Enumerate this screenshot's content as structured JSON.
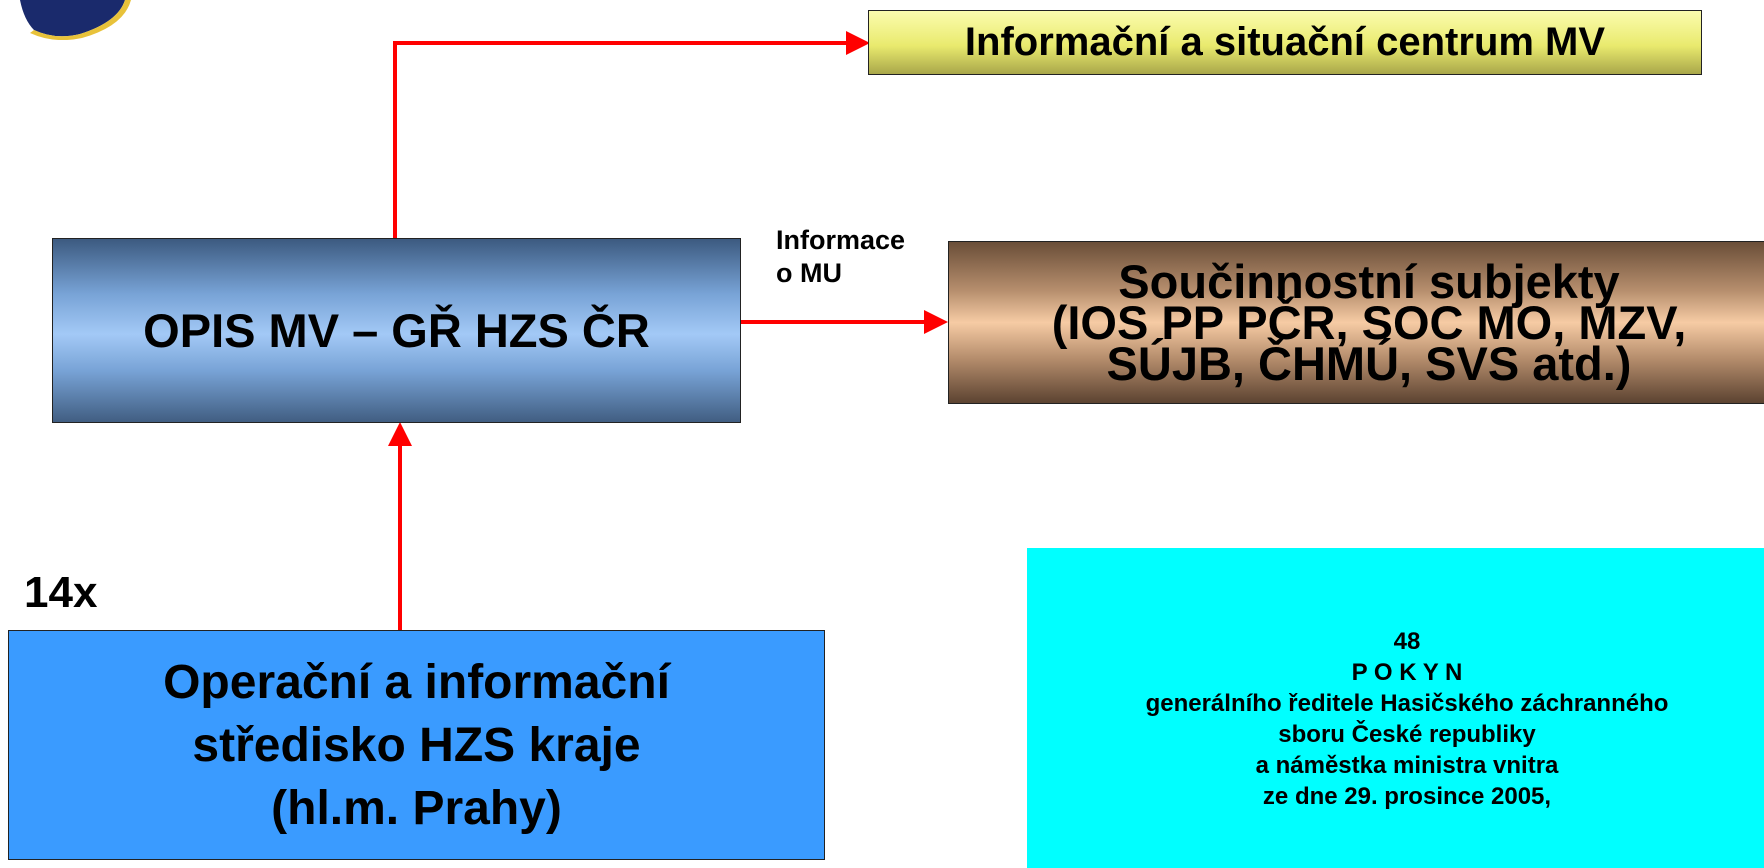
{
  "diagram": {
    "logo": {
      "icon": "shield-logo-icon"
    },
    "isc_box": {
      "label": "Informační a situační centrum MV"
    },
    "opis_box": {
      "label": "OPIS MV – GŘ HZS ČR"
    },
    "soucinnost_box": {
      "lines": [
        "Součinnostní subjekty",
        "(IOS PP PČR,  SOC MO,  MZV,",
        "SÚJB,  ČHMÚ,  SVS atd.)"
      ]
    },
    "ois_box": {
      "lines": [
        "Operační a informační",
        "středisko HZS kraje",
        "(hl.m. Prahy)"
      ]
    },
    "edge_label": {
      "lines": [
        "Informace",
        "o MU"
      ]
    },
    "count_label": "14x",
    "pokyn": {
      "number": "48",
      "title": "P O K Y N",
      "lines": [
        "generálního ředitele Hasičského záchranného",
        "sboru České republiky",
        "a náměstka ministra vnitra",
        "ze dne 29. prosince 2005,"
      ]
    },
    "colors": {
      "arrow": "#ff0000",
      "ois_fill": "#3a9bff",
      "pokyn_fill": "#00ffff"
    }
  }
}
